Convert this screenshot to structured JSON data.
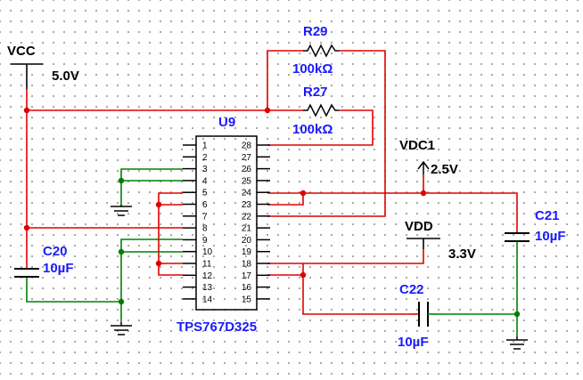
{
  "colors": {
    "power_wire": "#e00000",
    "ground_wire": "#008000",
    "component": "#000000",
    "label": "#1a1aff",
    "junction": "#e00000"
  },
  "labels": {
    "vcc_name": "VCC",
    "vcc_value": "5.0V",
    "vdc1_name": "VDC1",
    "vdc1_value": "2.5V",
    "vdd_name": "VDD",
    "vdd_value": "3.3V",
    "r29_name": "R29",
    "r29_value": "100kΩ",
    "r27_name": "R27",
    "r27_value": "100kΩ",
    "u9_name": "U9",
    "u9_part": "TPS767D325",
    "c20_name": "C20",
    "c20_value": "10µF",
    "c21_name": "C21",
    "c21_value": "10µF",
    "c22_name": "C22",
    "c22_value": "10µF"
  },
  "ic_pins": {
    "left": [
      "1",
      "2",
      "3",
      "4",
      "5",
      "6",
      "7",
      "8",
      "9",
      "10",
      "11",
      "12",
      "13",
      "14"
    ],
    "right": [
      "28",
      "27",
      "26",
      "25",
      "24",
      "23",
      "22",
      "21",
      "20",
      "19",
      "18",
      "17",
      "16",
      "15"
    ]
  }
}
